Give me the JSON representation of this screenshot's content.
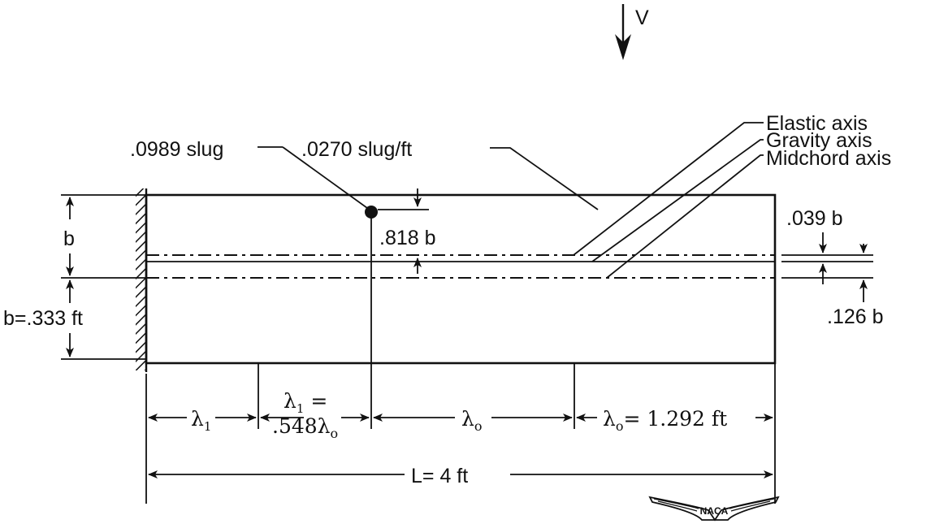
{
  "labels": {
    "velocity": "V",
    "mass_point": ".0989 slug",
    "mass_distribution": ".0270 slug/ft",
    "elastic_axis": "Elastic axis",
    "gravity_axis": "Gravity axis",
    "midchord_axis": "Midchord axis",
    "offset_mass": ".818 b",
    "offset_elastic": ".039 b",
    "offset_gravity": ".126 b",
    "semichord_upper": "b",
    "semichord_lower": "b=.333 ft",
    "lambda1_seg": "λ",
    "lambda1_sub": "1",
    "lambda1_eq_top": "λ",
    "lambda1_eq_sub": "1",
    "lambda1_eq_eq": " =",
    "lambda1_eq_bottom": ".548λ",
    "lambda1_eq_bottom_sub": "o",
    "lambda0_seg": "λ",
    "lambda0_sub": "o",
    "lambda0_eq": "λ",
    "lambda0_eq_sub": "o",
    "lambda0_eq_value": "= 1.292 ft",
    "length": "L= 4 ft",
    "logo": "NACA"
  }
}
